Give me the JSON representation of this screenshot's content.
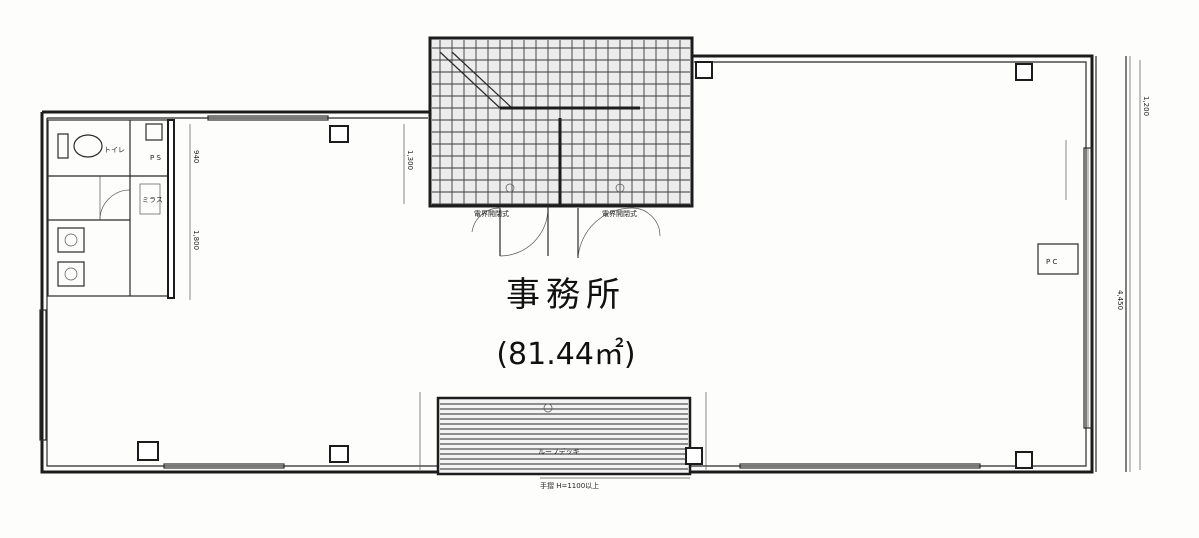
{
  "plan": {
    "room_name": "事務所",
    "area": "(81.44㎡)",
    "labels": {
      "toilet": "トイレ",
      "ps": "P S",
      "fixture": "ミラス",
      "door_left": "電界開閉式",
      "door_right": "電界開閉式",
      "balcony_note": "ルーフデッキ",
      "rail_note": "手摺 H=1100以上",
      "pc": "P C",
      "dim_1200": "1,200",
      "dim_1300": "1,300",
      "dim_1800": "1,800",
      "dim_940": "940",
      "dim_4450": "4,450"
    }
  }
}
